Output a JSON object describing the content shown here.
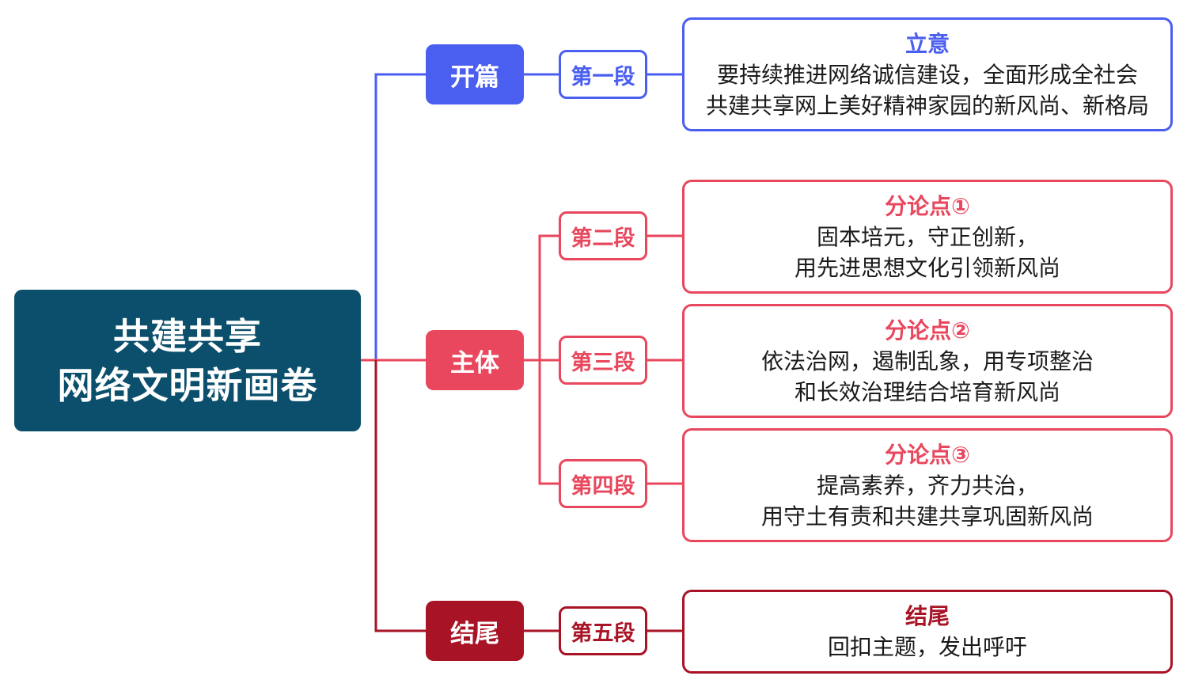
{
  "root": {
    "line1": "共建共享",
    "line2": "网络文明新画卷"
  },
  "colors": {
    "root": "#0b4f6c",
    "blue": "#4a5ef0",
    "red": "#e8475d",
    "darkred": "#a81325"
  },
  "sections": [
    {
      "label": "开篇"
    },
    {
      "label": "主体"
    },
    {
      "label": "结尾"
    }
  ],
  "paragraphs": [
    {
      "label": "第一段",
      "heading": "立意",
      "line1": "要持续推进网络诚信建设，全面形成全社会",
      "line2": "共建共享网上美好精神家园的新风尚、新格局"
    },
    {
      "label": "第二段",
      "heading": "分论点①",
      "line1": "固本培元，守正创新，",
      "line2": "用先进思想文化引领新风尚"
    },
    {
      "label": "第三段",
      "heading": "分论点②",
      "line1": "依法治网，遏制乱象，用专项整治",
      "line2": "和长效治理结合培育新风尚"
    },
    {
      "label": "第四段",
      "heading": "分论点③",
      "line1": "提高素养，齐力共治，",
      "line2": "用守土有责和共建共享巩固新风尚"
    },
    {
      "label": "第五段",
      "heading": "结尾",
      "line1": "回扣主题，发出呼吁"
    }
  ]
}
